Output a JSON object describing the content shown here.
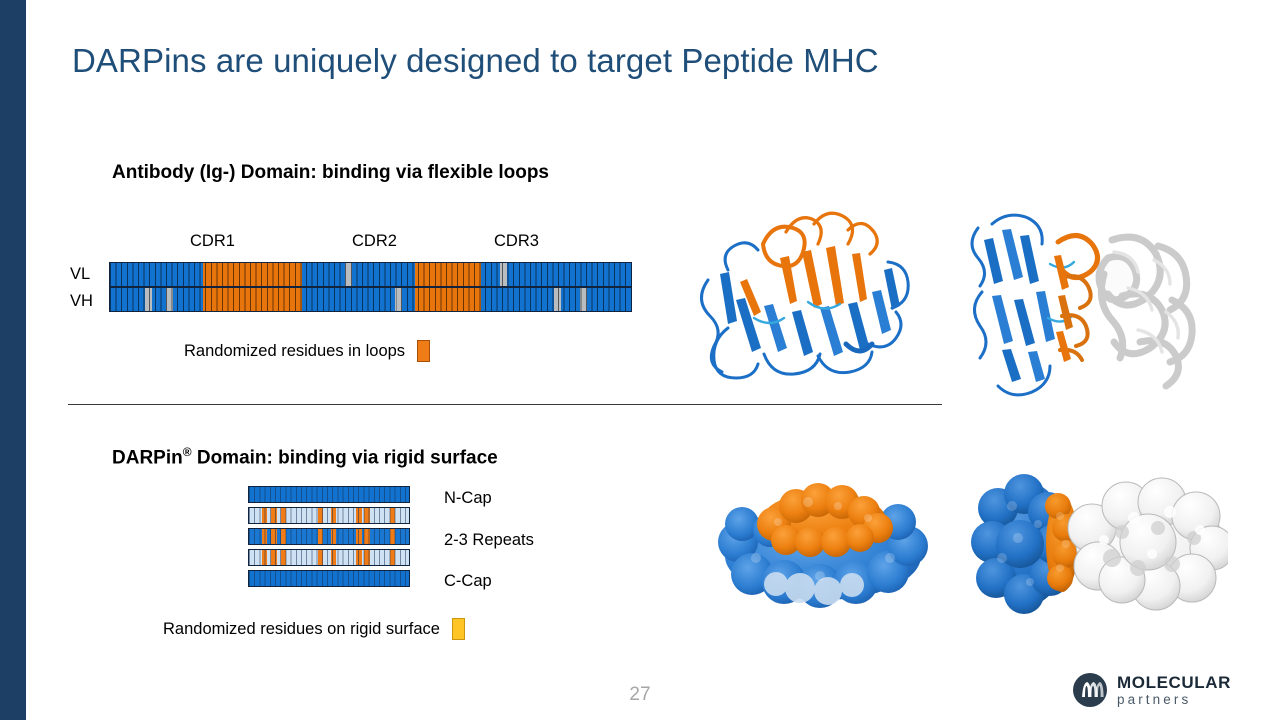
{
  "slide": {
    "title": "DARPins are uniquely designed to target Peptide MHC",
    "page_number": "27",
    "accent_color": "#1f4e79",
    "sidebar_color": "#1d3f66"
  },
  "antibody_section": {
    "heading": "Antibody (Ig-) Domain: binding via flexible loops",
    "cdr_labels": [
      "CDR1",
      "CDR2",
      "CDR3"
    ],
    "chain_labels": [
      "VL",
      "VH"
    ],
    "legend": {
      "text": "Randomized residues in loops",
      "swatch_color": "#ef7c16"
    },
    "colors": {
      "framework": "#1272cf",
      "cdr": "#e8740c",
      "gap": "#b9bdc0"
    },
    "vl_segments": [
      {
        "type": "blue",
        "start": 0.0,
        "width": 17.8
      },
      {
        "type": "orange",
        "start": 17.8,
        "width": 19.0
      },
      {
        "type": "blue",
        "start": 36.8,
        "width": 8.4
      },
      {
        "type": "gray",
        "start": 45.2,
        "width": 1.3
      },
      {
        "type": "blue",
        "start": 46.5,
        "width": 12.0
      },
      {
        "type": "orange",
        "start": 58.5,
        "width": 12.8
      },
      {
        "type": "blue",
        "start": 71.3,
        "width": 3.6
      },
      {
        "type": "gray",
        "start": 74.9,
        "width": 1.3
      },
      {
        "type": "blue",
        "start": 76.2,
        "width": 23.8
      }
    ],
    "vh_segments": [
      {
        "type": "blue",
        "start": 0.0,
        "width": 6.8
      },
      {
        "type": "gray",
        "start": 6.8,
        "width": 1.3
      },
      {
        "type": "blue",
        "start": 8.1,
        "width": 2.6
      },
      {
        "type": "gray",
        "start": 10.7,
        "width": 1.3
      },
      {
        "type": "blue",
        "start": 12.0,
        "width": 5.8
      },
      {
        "type": "orange",
        "start": 17.8,
        "width": 19.0
      },
      {
        "type": "blue",
        "start": 36.8,
        "width": 18.0
      },
      {
        "type": "gray",
        "start": 54.8,
        "width": 1.3
      },
      {
        "type": "blue",
        "start": 56.1,
        "width": 2.4
      },
      {
        "type": "orange",
        "start": 58.5,
        "width": 12.8
      },
      {
        "type": "blue",
        "start": 71.3,
        "width": 14.0
      },
      {
        "type": "gray",
        "start": 85.3,
        "width": 1.3
      },
      {
        "type": "blue",
        "start": 86.6,
        "width": 3.6
      },
      {
        "type": "gray",
        "start": 90.2,
        "width": 1.3
      },
      {
        "type": "blue",
        "start": 91.5,
        "width": 8.5
      }
    ]
  },
  "darpin_section": {
    "heading_main": "DARPin",
    "heading_reg": "®",
    "heading_rest": " Domain: binding via rigid surface",
    "structure_labels": [
      "N-Cap",
      "2-3 Repeats",
      "C-Cap"
    ],
    "legend": {
      "text": "Randomized residues on rigid surface",
      "swatch_color": "#ffc425"
    },
    "colors": {
      "cap": "#1272cf",
      "repeat_pale": "#cfe2f3",
      "repeat_mid": "#1a78d2",
      "randomized": "#ef7c16"
    },
    "bars": [
      {
        "kind": "cap",
        "stripes": []
      },
      {
        "kind": "pale",
        "stripes": [
          8,
          14,
          20,
          43,
          51,
          67,
          72,
          88
        ]
      },
      {
        "kind": "mid",
        "stripes": [
          8,
          14,
          20,
          43,
          51,
          67,
          72,
          88
        ]
      },
      {
        "kind": "pale",
        "stripes": [
          8,
          14,
          20,
          43,
          51,
          67,
          72,
          88
        ]
      },
      {
        "kind": "cap",
        "stripes": []
      }
    ]
  },
  "figures": [
    {
      "name": "antibody-domain-ribbon",
      "caption": ""
    },
    {
      "name": "antibody-mhc-complex-ribbon",
      "caption": ""
    },
    {
      "name": "darpin-domain-surface",
      "caption": ""
    },
    {
      "name": "darpin-target-complex-surface",
      "caption": ""
    }
  ],
  "logo": {
    "line1": "MOLECULAR",
    "line2": "partners"
  }
}
